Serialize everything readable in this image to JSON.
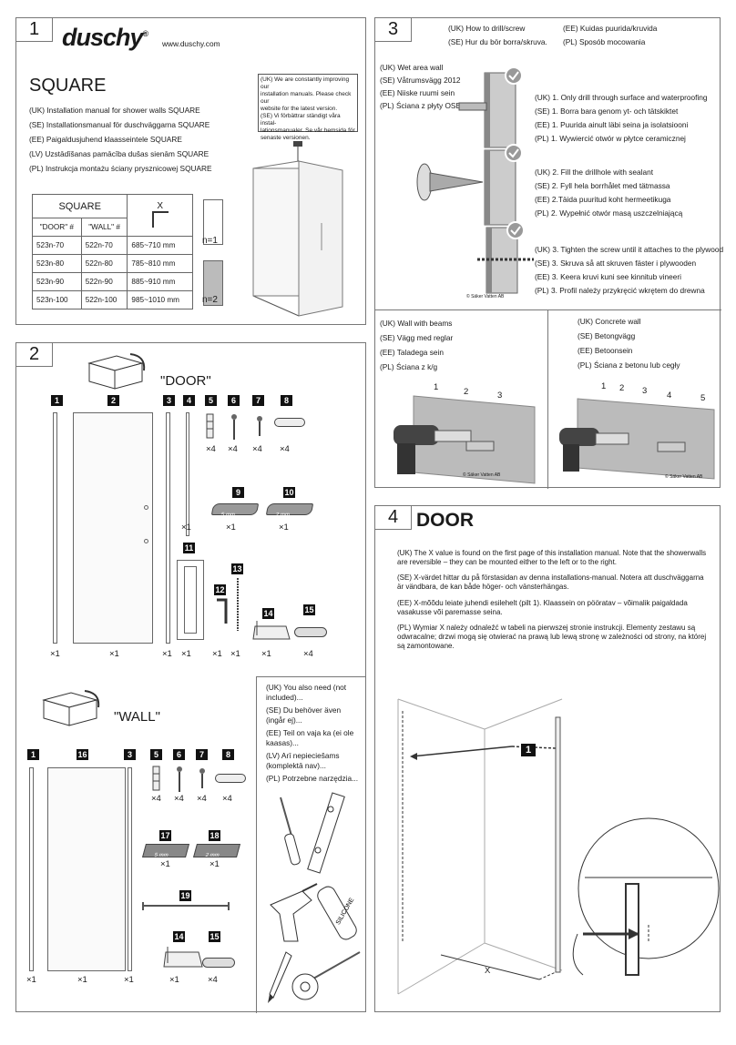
{
  "p1": {
    "num": "1",
    "brand": "duschy",
    "brand_mark": "®",
    "url": "www.duschy.com",
    "title": "SQUARE",
    "lines": [
      "(UK) Installation manual for shower walls SQUARE",
      "(SE) Installationsmanual för duschväggarna SQUARE",
      "(EE) Paigaldusjuhend klaasseintele SQUARE",
      "(LV) Uzstādīšanas pamācība dušas sienām SQUARE",
      "(PL) Instrukcja montażu ściany prysznicowej SQUARE"
    ],
    "notice": [
      "(UK) We are constantly improving our",
      "installation manuals. Please check our",
      "website for the latest version.",
      "(SE) Vi förbättrar ständigt våra instal-",
      "lationsmanualer. Se vår hemsida för",
      "senaste versionen."
    ],
    "table": {
      "title": "SQUARE",
      "x_label": "X",
      "col_door": "\"DOOR\" #",
      "col_wall": "\"WALL\" #",
      "rows": [
        [
          "523n-70",
          "522n-70",
          "685~710 mm"
        ],
        [
          "523n-80",
          "522n-80",
          "785~810 mm"
        ],
        [
          "523n-90",
          "522n-90",
          "885~910 mm"
        ],
        [
          "523n-100",
          "522n-100",
          "985~1010 mm"
        ]
      ]
    },
    "n1": "n=1",
    "n2": "n=2"
  },
  "p2": {
    "num": "2",
    "door_title": "\"DOOR\"",
    "wall_title": "\"WALL\"",
    "door_parts": [
      "1",
      "2",
      "3",
      "4",
      "5",
      "6",
      "7",
      "8",
      "9",
      "10",
      "11",
      "12",
      "13",
      "14",
      "15"
    ],
    "wall_parts": [
      "1",
      "16",
      "3",
      "5",
      "6",
      "7",
      "8",
      "17",
      "18",
      "19",
      "14",
      "15"
    ],
    "qty": {
      "x1": "×1",
      "x4": "×4"
    },
    "shim_5": "5 mm",
    "shim_2": "2 mm",
    "tools_lines": [
      "(UK) You also need (not",
      "included)...",
      "(SE) Du behöver även",
      "(ingår ej)...",
      "(EE) Teil on vaja ka (ei ole",
      "kaasas)...",
      "(LV) Arī nepieciešams",
      "(komplektā nav)...",
      "(PL) Potrzebne narzędzia..."
    ],
    "silicone": "SILICONE"
  },
  "p3": {
    "num": "3",
    "head": [
      "(UK) How to drill/screw",
      "(SE) Hur du bör borra/skruva.",
      "(EE) Kuidas puurida/kruvida",
      "(PL) Sposób mocowania"
    ],
    "wet": [
      "(UK) Wet area wall",
      "(SE) Våtrumsvägg 2012",
      "(EE) Niiske ruumi sein",
      "(PL) Ściana z płyty OSB"
    ],
    "step1": [
      "(UK) 1. Only drill through surface and waterproofing",
      "(SE) 1. Borra bara genom yt- och tätskiktet",
      "(EE) 1. Puurida ainult läbi  seina ja isolatsiooni",
      "(PL) 1. Wywiercić otwór w płytce ceramicznej"
    ],
    "step2": [
      "(UK) 2. Fill the drillhole with sealant",
      "(SE) 2. Fyll hela borrhålet med tätmassa",
      "(EE) 2.Täida puuritud koht hermeetikuga",
      "(PL) 2. Wypełnić otwór masą uszczelniającą"
    ],
    "step3": [
      "(UK) 3. Tighten the screw until it attaches to the plywood",
      "(SE) 3. Skruva så att skruven fäster i plywooden",
      "(EE) 3. Keera kruvi kuni see kinnitub vineeri",
      "(PL) 3. Profil należy przykręcić wkrętem do drewna"
    ],
    "credit": "© Säker Vatten AB",
    "beams": [
      "(UK) Wall with beams",
      "(SE) Vägg med reglar",
      "(EE) Taladega sein",
      "(PL) Ściana z k/g"
    ],
    "concrete": [
      "(UK) Concrete wall",
      "(SE) Betongvägg",
      "(EE) Betoonsein",
      "(PL) Ściana z betonu lub cegły"
    ],
    "beam_nums": [
      "1",
      "2",
      "3"
    ],
    "concrete_nums": [
      "1",
      "2",
      "3",
      "4",
      "5"
    ]
  },
  "p4": {
    "num": "4",
    "title": "DOOR",
    "paras": [
      [
        "(UK) The X value is found on the first page of this installation manual. Note that the showerwalls",
        "are reversible – they can be mounted either to the left or to the right."
      ],
      [
        "(SE) X-värdet hittar du på förstasidan av denna installations-manual. Notera att duschväggarna",
        "är vändbara, de kan både höger- och vänsterhängas."
      ],
      [
        "(EE) X-mõõdu leiate juhendi esilehelt (pilt 1). Klaassein on pööratav – võimalik paigaldada",
        "vasakusse või paremasse seina."
      ],
      [
        "(PL) Wymiar X należy odnaleźć w tabeli na pierwszej stronie instrukcji. Elementy zestawu są",
        "odwracalne; drzwi mogą się otwierać na prawą lub lewą stronę w zależności od strony, na której",
        "są zamontowane."
      ]
    ],
    "part": "1",
    "x_label": "X"
  }
}
